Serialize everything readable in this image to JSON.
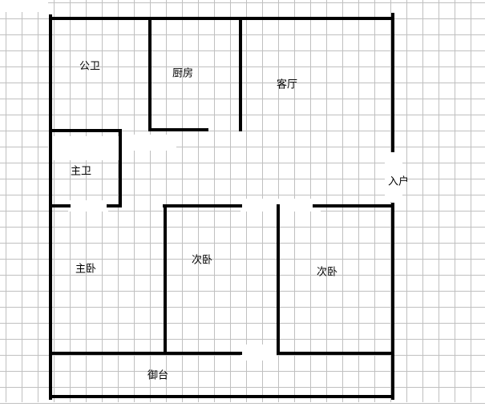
{
  "rooms": [
    {
      "id": "public-bathroom",
      "label": "公卫"
    },
    {
      "id": "kitchen",
      "label": "厨房"
    },
    {
      "id": "living-room",
      "label": "客厅"
    },
    {
      "id": "master-bathroom",
      "label": "主卫"
    },
    {
      "id": "entrance",
      "label": "入户"
    },
    {
      "id": "master-bedroom",
      "label": "主卧"
    },
    {
      "id": "second-bedroom-1",
      "label": "次卧"
    },
    {
      "id": "second-bedroom-2",
      "label": "次卧"
    },
    {
      "id": "balcony",
      "label": "御台"
    }
  ],
  "colors": {
    "wall": "#000000",
    "grid": "#c0c0c0",
    "background": "#ffffff"
  }
}
